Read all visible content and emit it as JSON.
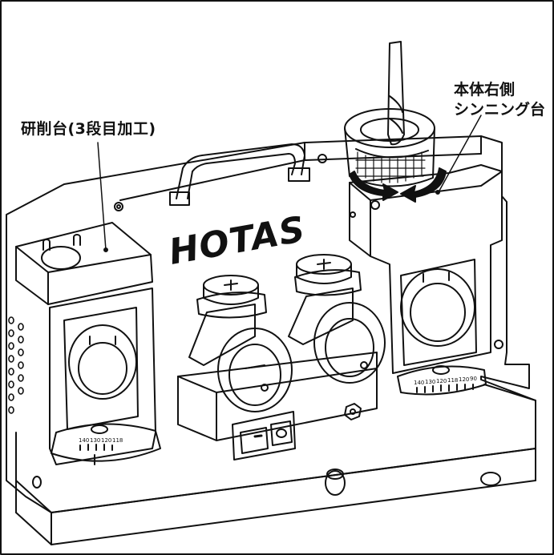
{
  "labels": {
    "grinding_stage": "研削台(3段目加工)",
    "thinning_stage_line1": "本体右側",
    "thinning_stage_line2": "シンニング台"
  },
  "brand": "HOTAS",
  "scales": {
    "left": [
      "140",
      "130",
      "120",
      "118"
    ],
    "right": [
      "140",
      "130",
      "120",
      "118",
      "120",
      "90"
    ]
  },
  "colors": {
    "line": "#111111",
    "background": "#ffffff"
  }
}
